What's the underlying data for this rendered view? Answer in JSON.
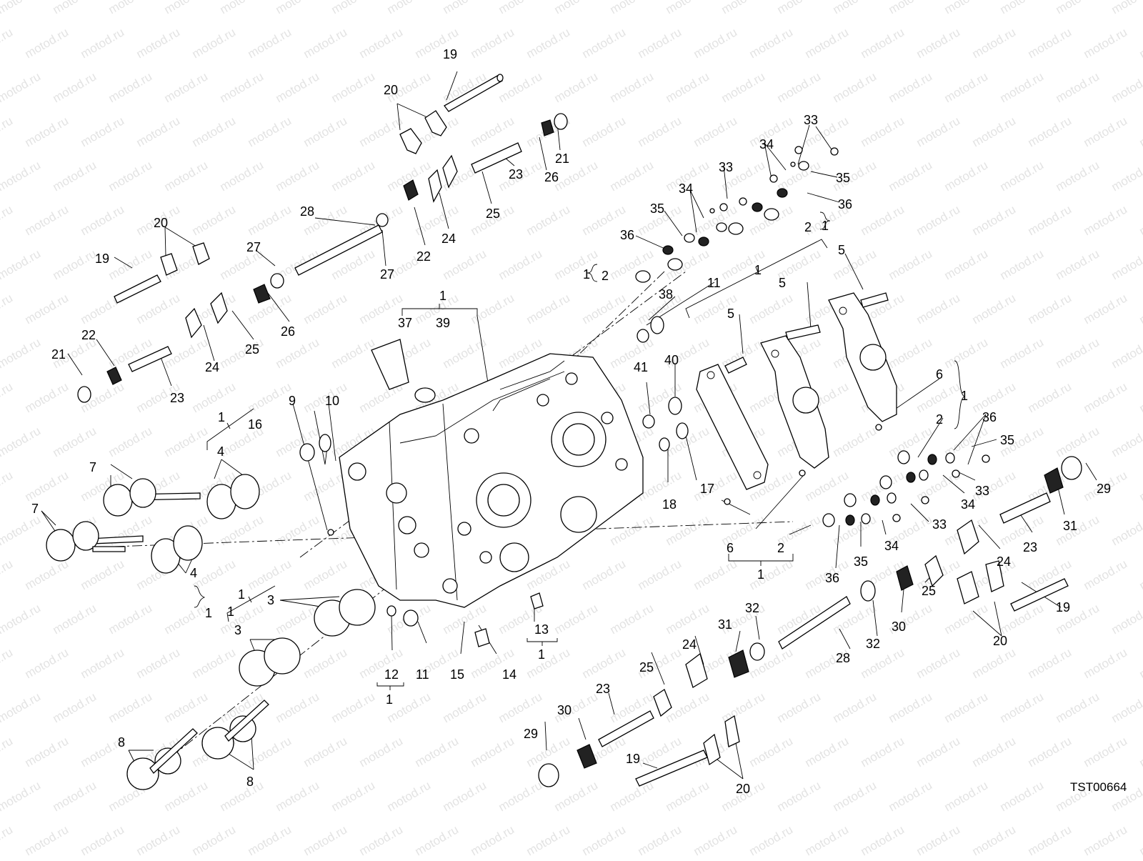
{
  "watermark": "motod.ru",
  "drawing_code": "TST00664",
  "labels": [
    {
      "id": "l1",
      "text": "19"
    },
    {
      "id": "l2",
      "text": "20"
    },
    {
      "id": "l3",
      "text": "21"
    },
    {
      "id": "l4",
      "text": "26"
    },
    {
      "id": "l5",
      "text": "23"
    },
    {
      "id": "l6",
      "text": "25"
    },
    {
      "id": "l7",
      "text": "24"
    },
    {
      "id": "l8",
      "text": "22"
    },
    {
      "id": "l9",
      "text": "28"
    },
    {
      "id": "l10",
      "text": "27"
    },
    {
      "id": "l11",
      "text": "27"
    },
    {
      "id": "l12",
      "text": "20"
    },
    {
      "id": "l13",
      "text": "19"
    },
    {
      "id": "l14",
      "text": "26"
    },
    {
      "id": "l15",
      "text": "25"
    },
    {
      "id": "l16",
      "text": "24"
    },
    {
      "id": "l17",
      "text": "22"
    },
    {
      "id": "l18",
      "text": "21"
    },
    {
      "id": "l19",
      "text": "23"
    },
    {
      "id": "l20",
      "text": "33"
    },
    {
      "id": "l21",
      "text": "34"
    },
    {
      "id": "l22",
      "text": "33"
    },
    {
      "id": "l23",
      "text": "35"
    },
    {
      "id": "l24",
      "text": "34"
    },
    {
      "id": "l25",
      "text": "36"
    },
    {
      "id": "l26",
      "text": "35"
    },
    {
      "id": "l27",
      "text": "2"
    },
    {
      "id": "l28",
      "text": "1"
    },
    {
      "id": "l29",
      "text": "36"
    },
    {
      "id": "l30",
      "text": "1"
    },
    {
      "id": "l31",
      "text": "2"
    },
    {
      "id": "l32",
      "text": "5"
    },
    {
      "id": "l33",
      "text": "1"
    },
    {
      "id": "l34",
      "text": "5"
    },
    {
      "id": "l35",
      "text": "11"
    },
    {
      "id": "l36",
      "text": "38"
    },
    {
      "id": "l37",
      "text": "5"
    },
    {
      "id": "l38",
      "text": "1"
    },
    {
      "id": "l39",
      "text": "37"
    },
    {
      "id": "l40",
      "text": "39"
    },
    {
      "id": "l41",
      "text": "41"
    },
    {
      "id": "l42",
      "text": "40"
    },
    {
      "id": "l43",
      "text": "6"
    },
    {
      "id": "l44",
      "text": "1"
    },
    {
      "id": "l45",
      "text": "2"
    },
    {
      "id": "l46",
      "text": "36"
    },
    {
      "id": "l47",
      "text": "35"
    },
    {
      "id": "l48",
      "text": "9"
    },
    {
      "id": "l49",
      "text": "10"
    },
    {
      "id": "l50",
      "text": "1"
    },
    {
      "id": "l51",
      "text": "16"
    },
    {
      "id": "l52",
      "text": "4"
    },
    {
      "id": "l53",
      "text": "7"
    },
    {
      "id": "l54",
      "text": "17"
    },
    {
      "id": "l55",
      "text": "18"
    },
    {
      "id": "l56",
      "text": "33"
    },
    {
      "id": "l57",
      "text": "34"
    },
    {
      "id": "l58",
      "text": "29"
    },
    {
      "id": "l59",
      "text": "31"
    },
    {
      "id": "l60",
      "text": "7"
    },
    {
      "id": "l61",
      "text": "33"
    },
    {
      "id": "l62",
      "text": "23"
    },
    {
      "id": "l63",
      "text": "34"
    },
    {
      "id": "l64",
      "text": "6"
    },
    {
      "id": "l65",
      "text": "2"
    },
    {
      "id": "l66",
      "text": "1"
    },
    {
      "id": "l67",
      "text": "35"
    },
    {
      "id": "l68",
      "text": "36"
    },
    {
      "id": "l69",
      "text": "24"
    },
    {
      "id": "l70",
      "text": "4"
    },
    {
      "id": "l71",
      "text": "1"
    },
    {
      "id": "l72",
      "text": "1"
    },
    {
      "id": "l73",
      "text": "3"
    },
    {
      "id": "l74",
      "text": "25"
    },
    {
      "id": "l75",
      "text": "19"
    },
    {
      "id": "l76",
      "text": "30"
    },
    {
      "id": "l77",
      "text": "20"
    },
    {
      "id": "l78",
      "text": "1"
    },
    {
      "id": "l79",
      "text": "3"
    },
    {
      "id": "l80",
      "text": "32"
    },
    {
      "id": "l81",
      "text": "12"
    },
    {
      "id": "l82",
      "text": "11"
    },
    {
      "id": "l83",
      "text": "15"
    },
    {
      "id": "l84",
      "text": "14"
    },
    {
      "id": "l85",
      "text": "13"
    },
    {
      "id": "l86",
      "text": "1"
    },
    {
      "id": "l87",
      "text": "1"
    },
    {
      "id": "l88",
      "text": "31"
    },
    {
      "id": "l89",
      "text": "32"
    },
    {
      "id": "l90",
      "text": "28"
    },
    {
      "id": "l91",
      "text": "24"
    },
    {
      "id": "l92",
      "text": "25"
    },
    {
      "id": "l93",
      "text": "23"
    },
    {
      "id": "l94",
      "text": "30"
    },
    {
      "id": "l95",
      "text": "29"
    },
    {
      "id": "l96",
      "text": "19"
    },
    {
      "id": "l97",
      "text": "20"
    },
    {
      "id": "l98",
      "text": "8"
    },
    {
      "id": "l99",
      "text": "8"
    }
  ]
}
